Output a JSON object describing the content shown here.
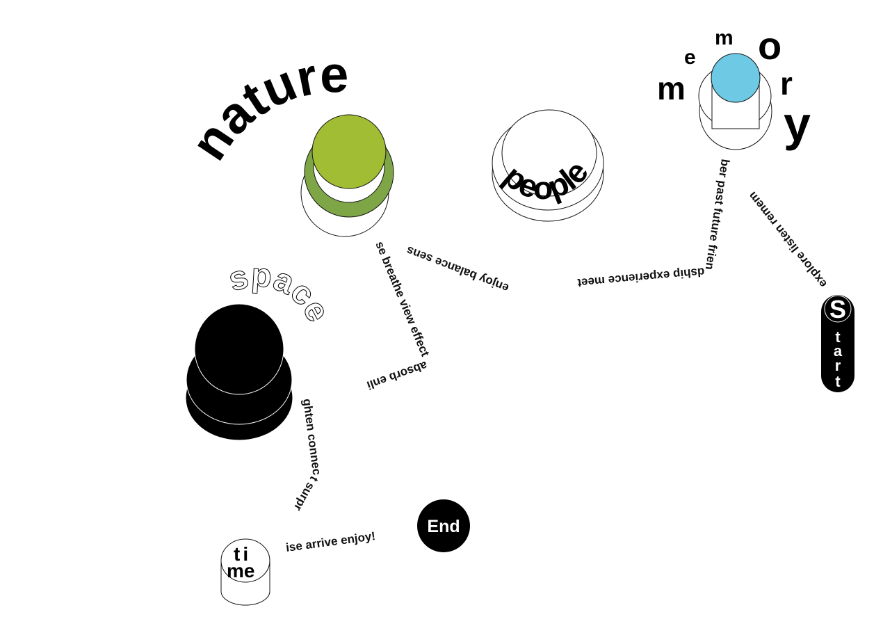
{
  "colors": {
    "nature_fill": "#a1bd33",
    "nature_ring": "#7ea646",
    "memory_fill": "#6ecae4",
    "ink": "#000000",
    "paper": "#ffffff"
  },
  "nodes": {
    "nature": {
      "label": "nature",
      "icon": "green-disc-icon"
    },
    "people": {
      "label": "people",
      "icon": "white-stack-icon"
    },
    "memory": {
      "label": "memory",
      "letters": [
        "m",
        "e",
        "m",
        "o",
        "r",
        "y"
      ],
      "icon": "blue-disc-icon"
    },
    "space": {
      "label": "space",
      "icon": "black-stack-icon"
    },
    "time": {
      "label": "time",
      "line1": "ti",
      "line2": "me",
      "icon": "white-cylinder-icon"
    },
    "start": {
      "label": "Start",
      "first": "S",
      "rest": [
        "t",
        "a",
        "r",
        "t"
      ]
    },
    "end": {
      "label": "End"
    }
  },
  "path_text": {
    "seg_start_memory": "explore listen remem",
    "seg_memory_people": "ber past future friendship experience meet",
    "seg_people_nature": "enjoy balance sens",
    "seg_nature_space": "se breathe view effect absorb enli",
    "seg_space_time": "ghten connect surpr",
    "seg_time_end": "ise arrive enjoy!"
  }
}
